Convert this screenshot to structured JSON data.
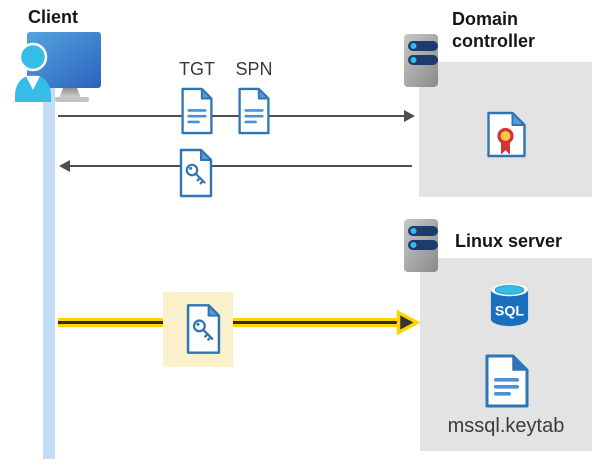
{
  "labels": {
    "client": "Client",
    "domain_controller": "Domain controller",
    "linux_server": "Linux server",
    "tgt": "TGT",
    "spn": "SPN",
    "keytab_file": "mssql.keytab",
    "sql": "SQL"
  },
  "icons": {
    "client": "client-user-workstation-icon",
    "domain_controller": "server-icon",
    "linux_server": "server-icon",
    "tgt": "document-icon",
    "spn": "document-icon",
    "service_ticket": "key-document-icon",
    "highlighted_ticket": "key-document-icon",
    "certificate": "certificate-document-icon",
    "sql_database": "sql-database-icon",
    "keytab": "document-icon"
  },
  "arrows": {
    "client_to_dc": "gray-right-arrow",
    "dc_to_client": "gray-left-arrow",
    "client_to_linux": "yellow-highlight-arrow"
  },
  "colors": {
    "doc_stroke_blue": "#2e75b6",
    "doc_fold_blue": "#5b9bd5",
    "doc_line_blue": "#4a90d2",
    "person_cyan": "#35bde8",
    "monitor_blue_light": "#55a4de",
    "monitor_blue_dark": "#2a63be",
    "server_gray_light": "#c8c8c8",
    "server_gray_dark": "#8a8a8a",
    "server_pill_navy": "#1e3a6e",
    "gray_panel": "#e3e3e3",
    "timeline_blue": "#c5dcf8",
    "arrow_gray": "#4f4f4f",
    "arrow_yellow": "#ffd400",
    "arrow_head_dark": "#333333",
    "highlight_yellow": "#faf1cc",
    "cert_ribbon_red": "#d13438",
    "cert_seal_yellow": "#ffc83d",
    "sql_body_blue": "#1a6fbe",
    "sql_top_cyan": "#35bde8"
  }
}
